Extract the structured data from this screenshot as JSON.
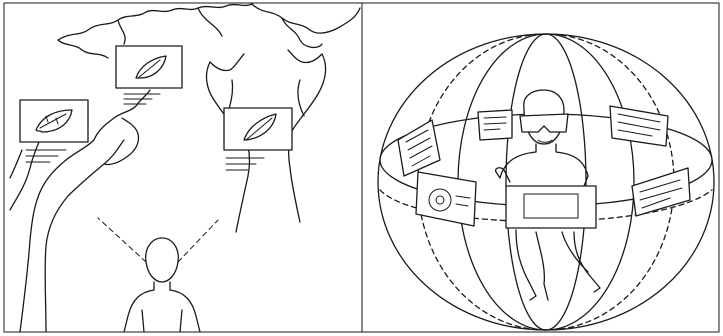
{
  "figure": {
    "left_scene": {
      "tree_branch_left": "tree-branch",
      "tree_trunk_right": "tree-trunk",
      "cards": [
        {
          "icon": "leaf-icon"
        },
        {
          "icon": "leaf-icon"
        },
        {
          "icon": "leaf-icon"
        }
      ],
      "viewer": "person-icon",
      "view_cone": "dashed-sight-lines"
    },
    "right_scene": {
      "sphere": "wireframe-sphere",
      "user": "vr-headset-person",
      "panels_count": 6
    },
    "colors": {
      "stroke": "#1a1a1a",
      "background": "#ffffff"
    }
  }
}
